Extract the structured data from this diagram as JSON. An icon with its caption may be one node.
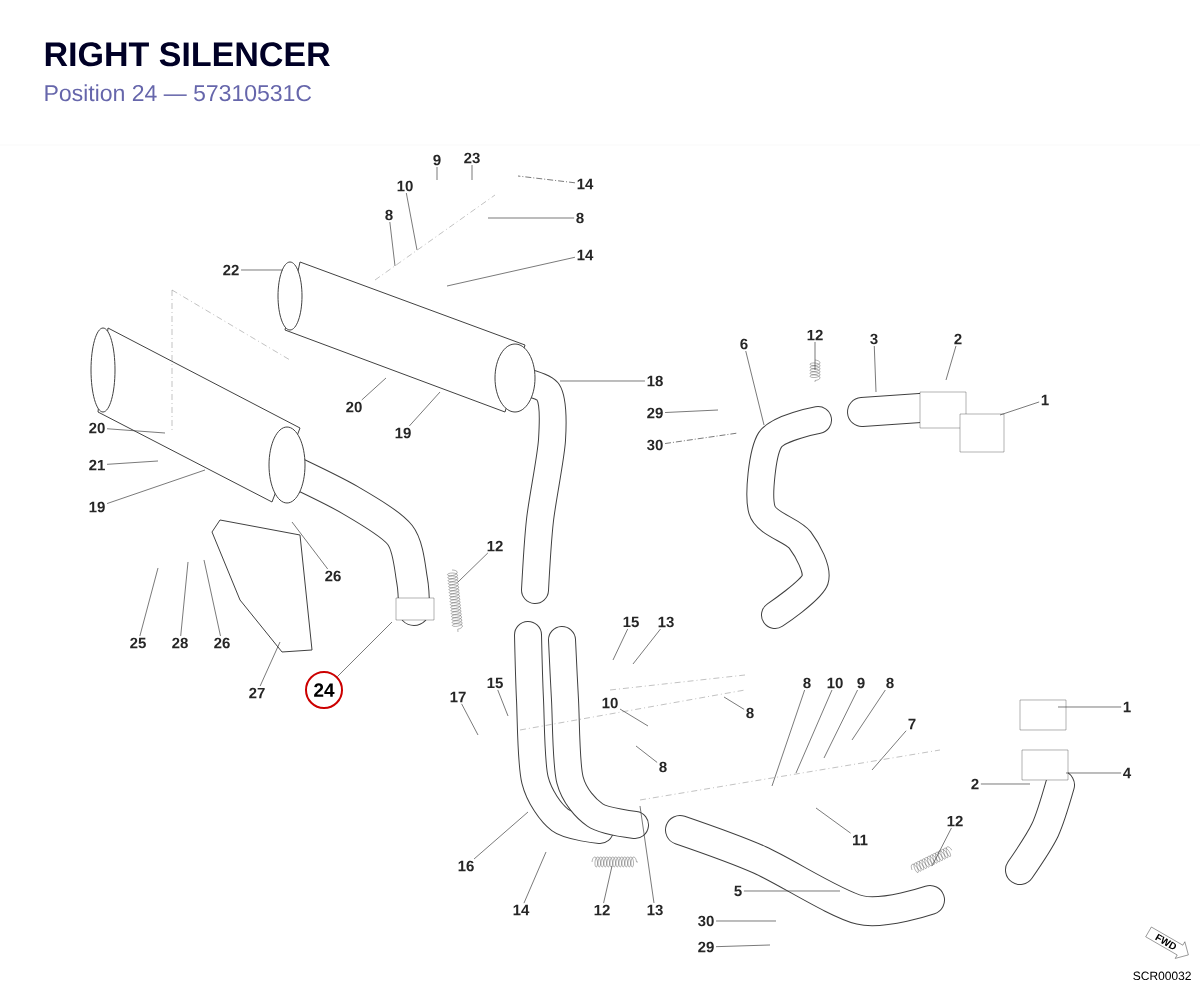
{
  "diagram": {
    "title": "RIGHT SILENCER",
    "nodes": [
      {
        "text": [
          "9"
        ]
      },
      {
        "text": [
          "23"
        ]
      },
      {
        "text": [
          "14"
        ]
      },
      {
        "text": [
          "10"
        ]
      },
      {
        "text": [
          "8"
        ]
      },
      {
        "text": [
          "8"
        ]
      },
      {
        "text": [
          "22"
        ]
      },
      {
        "text": [
          "14"
        ]
      },
      {
        "text": [
          "12"
        ]
      },
      {
        "text": [
          "6"
        ]
      },
      {
        "text": [
          "3"
        ]
      },
      {
        "text": [
          "2"
        ]
      },
      {
        "text": [
          "18"
        ]
      },
      {
        "text": [
          "1"
        ]
      },
      {
        "text": [
          "20"
        ]
      },
      {
        "text": [
          "29"
        ]
      },
      {
        "text": [
          "19"
        ]
      },
      {
        "text": [
          "20"
        ]
      },
      {
        "text": [
          "30"
        ]
      },
      {
        "text": [
          "21"
        ]
      },
      {
        "text": [
          "19"
        ]
      },
      {
        "text": [
          "12"
        ]
      },
      {
        "text": [
          "26"
        ]
      },
      {
        "text": [
          "25"
        ]
      },
      {
        "text": [
          "28"
        ]
      },
      {
        "text": [
          "26"
        ]
      },
      {
        "text": [
          "15"
        ]
      },
      {
        "text": [
          "13"
        ]
      },
      {
        "text": [
          "24"
        ]
      },
      {
        "text": [
          "27"
        ]
      },
      {
        "text": [
          "8"
        ]
      },
      {
        "text": [
          "10"
        ]
      },
      {
        "text": [
          "9"
        ]
      },
      {
        "text": [
          "8"
        ]
      },
      {
        "text": [
          "15"
        ]
      },
      {
        "text": [
          "17"
        ]
      },
      {
        "text": [
          "10"
        ]
      },
      {
        "text": [
          "1"
        ]
      },
      {
        "text": [
          "8"
        ]
      },
      {
        "text": [
          "7"
        ]
      },
      {
        "text": [
          "8"
        ]
      },
      {
        "text": [
          "4"
        ]
      },
      {
        "text": [
          "2"
        ]
      },
      {
        "text": [
          "12"
        ]
      },
      {
        "text": [
          "11"
        ]
      },
      {
        "text": [
          "16"
        ]
      },
      {
        "text": [
          "5"
        ]
      },
      {
        "text": [
          "14"
        ]
      },
      {
        "text": [
          "12"
        ]
      },
      {
        "text": [
          "13"
        ]
      },
      {
        "text": [
          "30"
        ]
      },
      {
        "text": [
          "29"
        ]
      }
    ],
    "edges": [
      {
        "from": 0,
        "to": null,
        "arrow": "none"
      },
      {
        "from": 1,
        "to": null,
        "arrow": "none"
      },
      {
        "from": 2,
        "to": null,
        "arrow": "none",
        "style": "dashed"
      },
      {
        "from": 3,
        "to": null,
        "arrow": "none"
      },
      {
        "from": 4,
        "to": null,
        "arrow": "none"
      },
      {
        "from": 5,
        "to": null,
        "arrow": "none"
      },
      {
        "from": 6,
        "to": null,
        "arrow": "none"
      },
      {
        "from": 7,
        "to": null,
        "arrow": "none"
      },
      {
        "from": 8,
        "to": null,
        "arrow": "none"
      },
      {
        "from": 9,
        "to": null,
        "arrow": "none"
      },
      {
        "from": 10,
        "to": null,
        "arrow": "none"
      },
      {
        "from": 11,
        "to": null,
        "arrow": "none"
      },
      {
        "from": 12,
        "to": null,
        "arrow": "none"
      },
      {
        "from": 13,
        "to": null,
        "arrow": "none"
      },
      {
        "from": 14,
        "to": null,
        "arrow": "none"
      },
      {
        "from": 15,
        "to": null,
        "arrow": "none"
      },
      {
        "from": 16,
        "to": null,
        "arrow": "none"
      },
      {
        "from": 17,
        "to": null,
        "arrow": "none"
      },
      {
        "from": 18,
        "to": null,
        "arrow": "none",
        "style": "dashed"
      },
      {
        "from": 19,
        "to": null,
        "arrow": "none"
      },
      {
        "from": 20,
        "to": null,
        "arrow": "none"
      },
      {
        "from": 21,
        "to": null,
        "arrow": "none"
      },
      {
        "from": 22,
        "to": null,
        "arrow": "none"
      },
      {
        "from": 23,
        "to": null,
        "arrow": "none"
      },
      {
        "from": 24,
        "to": null,
        "arrow": "none"
      },
      {
        "from": 25,
        "to": null,
        "arrow": "none"
      },
      {
        "from": 26,
        "to": null,
        "arrow": "none"
      },
      {
        "from": 27,
        "to": null,
        "arrow": "none"
      },
      {
        "from": 28,
        "to": null,
        "arrow": "none"
      },
      {
        "from": 29,
        "to": null,
        "arrow": "none"
      },
      {
        "from": 30,
        "to": null,
        "arrow": "none"
      },
      {
        "from": 31,
        "to": null,
        "arrow": "none"
      },
      {
        "from": 32,
        "to": null,
        "arrow": "none"
      },
      {
        "from": 33,
        "to": null,
        "arrow": "none"
      },
      {
        "from": 34,
        "to": null,
        "arrow": "none"
      },
      {
        "from": 35,
        "to": null,
        "arrow": "none"
      },
      {
        "from": 36,
        "to": null,
        "arrow": "none"
      },
      {
        "from": 37,
        "to": null,
        "arrow": "none"
      },
      {
        "from": 38,
        "to": null,
        "arrow": "none"
      },
      {
        "from": 39,
        "to": null,
        "arrow": "none"
      },
      {
        "from": 40,
        "to": null,
        "arrow": "none"
      },
      {
        "from": 41,
        "to": null,
        "arrow": "none"
      },
      {
        "from": 42,
        "to": null,
        "arrow": "none"
      },
      {
        "from": 43,
        "to": null,
        "arrow": "none"
      },
      {
        "from": 44,
        "to": null,
        "arrow": "none"
      },
      {
        "from": 45,
        "to": null,
        "arrow": "none"
      },
      {
        "from": 46,
        "to": null,
        "arrow": "none"
      },
      {
        "from": 47,
        "to": null,
        "arrow": "none"
      },
      {
        "from": 48,
        "to": null,
        "arrow": "none"
      },
      {
        "from": 49,
        "to": null,
        "arrow": "none"
      },
      {
        "from": 50,
        "to": null,
        "arrow": "none"
      },
      {
        "from": 51,
        "to": null,
        "arrow": "none"
      }
    ],
    "labels": [
      "Position 24 — 57310531C",
      "FWD",
      "SCR00032"
    ]
  }
}
